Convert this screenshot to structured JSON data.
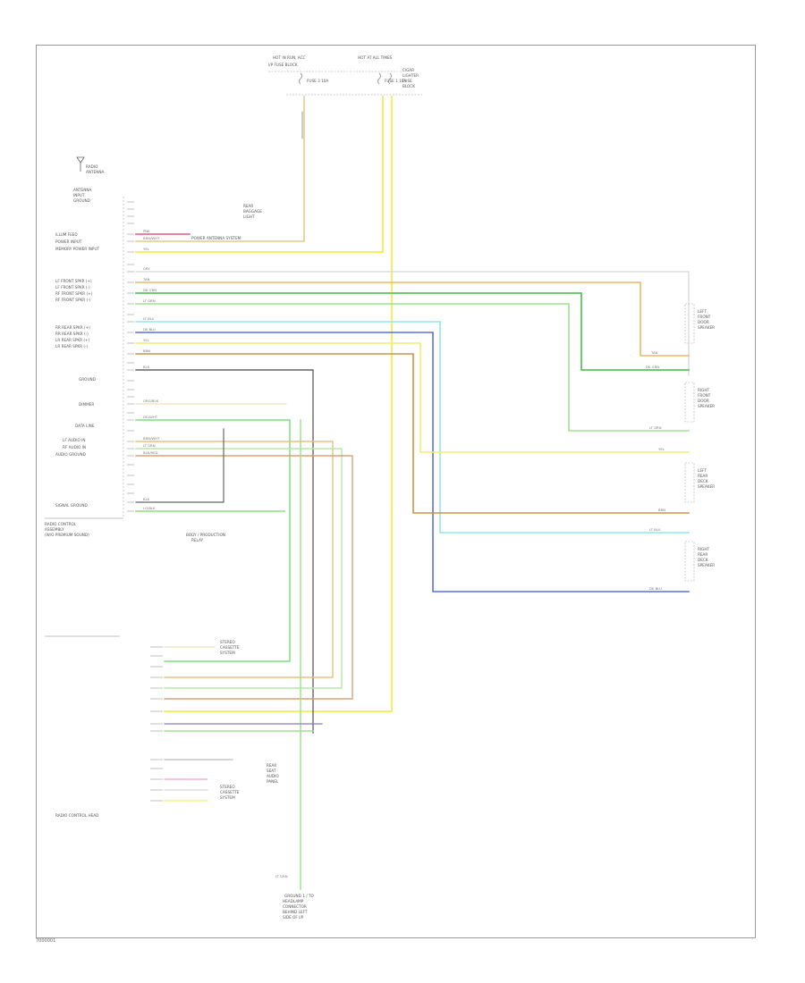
{
  "top": {
    "hot_in_run": "HOT IN RUN, ACC",
    "fuse_left": "I/P FUSE BLOCK",
    "fuse_left_no": "FUSE 3 10A",
    "hot_at_all": "HOT AT ALL TIMES",
    "fuse_right": "FUSE 1 10A",
    "fuse_box_label": [
      "CIGAR",
      "LIGHTER",
      "FUSE",
      "BLOCK"
    ]
  },
  "antenna": {
    "top_label": [
      "RADIO",
      "ANTENNA"
    ],
    "mid_label": [
      "ANTENNA",
      "INPUT",
      "GROUND"
    ]
  },
  "left_labels": {
    "illum": "ILLUM FEED",
    "power_input": "POWER INPUT",
    "memory_power": "MEMORY POWER INPUT",
    "lf_front_1": "LF FRONT SPKR (+)",
    "lf_front_2": "LF FRONT SPKR (-)",
    "rf_front_1": "RF FRONT SPKR (+)",
    "rf_front_2": "RF FRONT SPKR (-)",
    "rr_rear_1": "RR REAR SPKR (+)",
    "rr_rear_2": "RR REAR SPKR (-)",
    "lr_rear_1": "LR REAR SPKR (+)",
    "lr_rear_2": "LR REAR SPKR (-)",
    "ground": "GROUND",
    "dimmer": "DIMMER",
    "data_line": "DATA LINE",
    "lf_audio": "LF AUDIO IN",
    "rf_audio": "RF AUDIO IN",
    "audio_ground": "AUDIO GROUND",
    "signal_ground": "SIGNAL GROUND",
    "radio_block": [
      "RADIO CONTROL",
      "ASSEMBLY",
      "(W/O PREMIUM SOUND)"
    ]
  },
  "wire_colors": {
    "pnk": "PNK",
    "brn_wht": "BRN/WHT",
    "yel": "YEL",
    "gry": "GRY",
    "tan": "TAN",
    "dk_grn": "DK GRN",
    "lt_grn": "LT GRN",
    "lt_blu": "LT BLU",
    "dk_blu": "DK BLU",
    "brn": "BRN",
    "blk": "BLK",
    "org_blk": "ORG/BLK",
    "dg_wht": "DG/WHT",
    "blk_red": "BLK/RED",
    "lg_blk": "LG/BLK"
  },
  "speakers": {
    "lf": [
      "LEFT",
      "FRONT",
      "DOOR",
      "SPEAKER"
    ],
    "rf": [
      "RIGHT",
      "FRONT",
      "DOOR",
      "SPEAKER"
    ],
    "lr": [
      "LEFT",
      "REAR",
      "DECK",
      "SPEAKER"
    ],
    "rr": [
      "RIGHT",
      "REAR",
      "DECK",
      "SPEAKER"
    ]
  },
  "power_antenna": "POWER ANTENNA SYSTEM",
  "rear_block": [
    "REAR",
    "BAGGAGE",
    "LIGHT"
  ],
  "sound_module": [
    "BODY / PRODUCTION",
    "RELAY"
  ],
  "remote_labels": [
    "STEREO",
    "CASSETTE",
    "SYSTEM"
  ],
  "radio_control": "RADIO CONTROL HEAD",
  "rear_control": [
    "REAR",
    "SEAT",
    "AUDIO",
    "PANEL"
  ],
  "bottom_note": [
    "GROUND 1 / TO",
    "HEADLAMP",
    "CONNECTOR",
    "BEHIND LEFT",
    "SIDE OF I/P"
  ],
  "footer": "7000001"
}
